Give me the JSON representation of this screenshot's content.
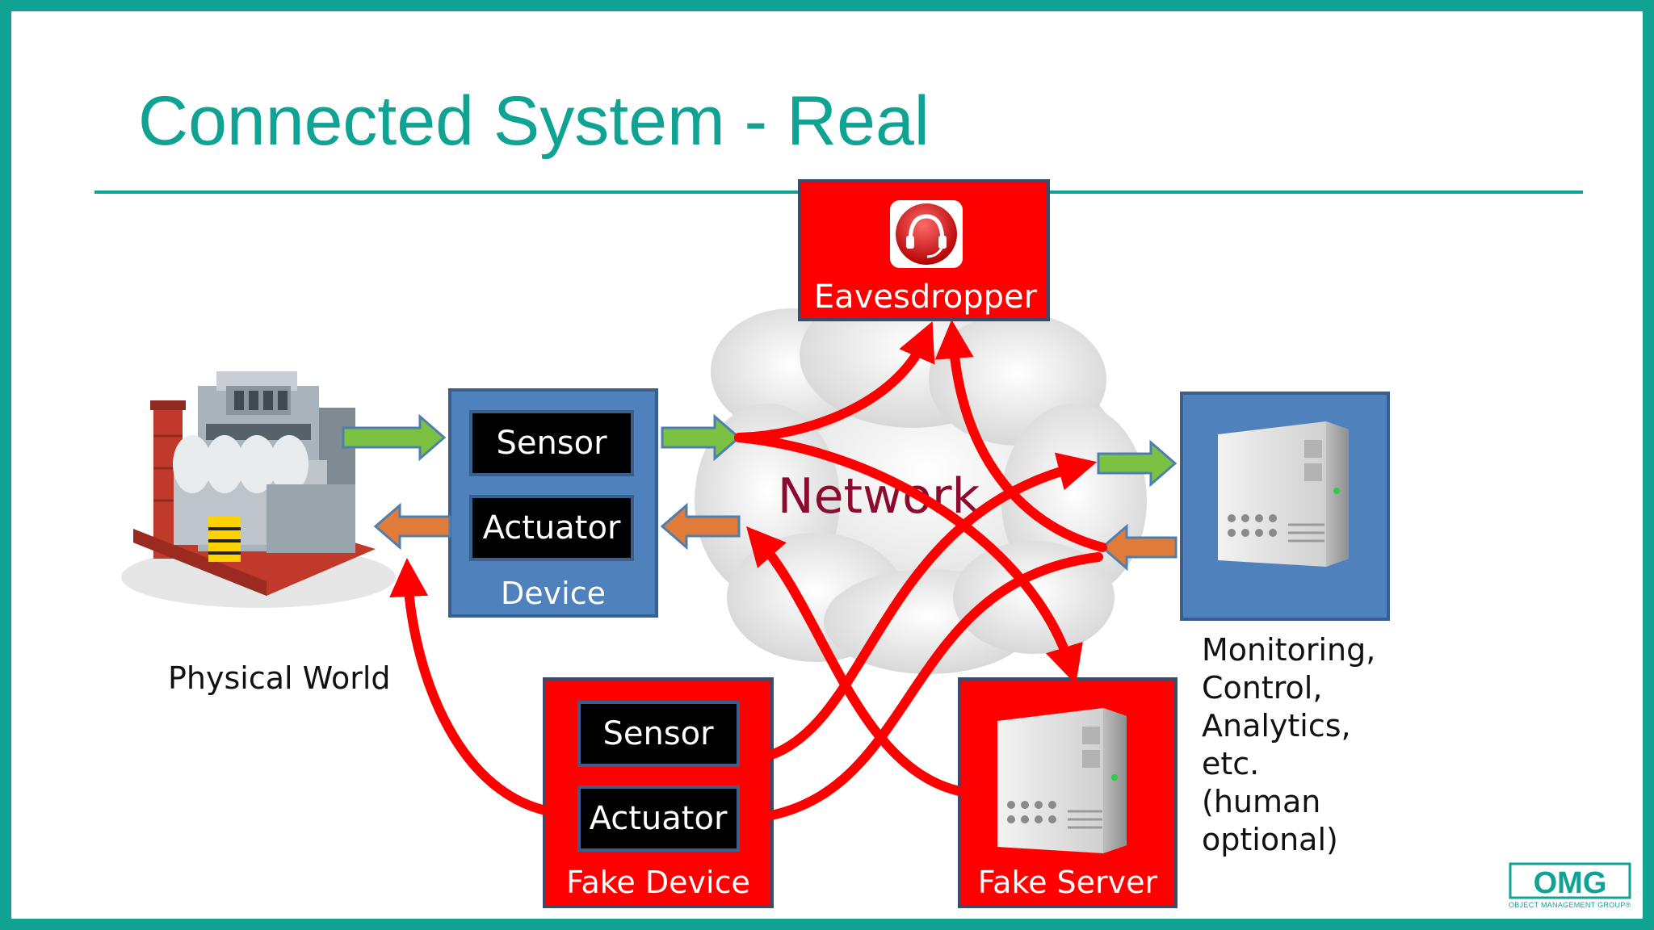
{
  "slide": {
    "title": "Connected System - Real"
  },
  "diagram": {
    "eavesdropper_label": "Eavesdropper",
    "device_label": "Device",
    "sensor_label": "Sensor",
    "actuator_label": "Actuator",
    "network_label": "Network",
    "fake_device_label": "Fake Device",
    "fake_sensor_label": "Sensor",
    "fake_actuator_label": "Actuator",
    "fake_server_label": "Fake Server",
    "physical_world_label": "Physical World",
    "server_caption_lines": [
      "Monitoring,",
      "Control,",
      "Analytics,",
      "etc.",
      "(human",
      "optional)"
    ]
  },
  "logo": {
    "letters": "OMG",
    "subtitle": "OBJECT MANAGEMENT GROUP®"
  },
  "colors": {
    "accent": "#10A293",
    "attack_red": "#FF0000",
    "device_blue": "#4F81BD",
    "inbound_green": "#7BC142",
    "outbound_orange": "#E07B39"
  },
  "icons": [
    "factory-icon",
    "cloud-icon",
    "headset-icon",
    "server-icon"
  ]
}
